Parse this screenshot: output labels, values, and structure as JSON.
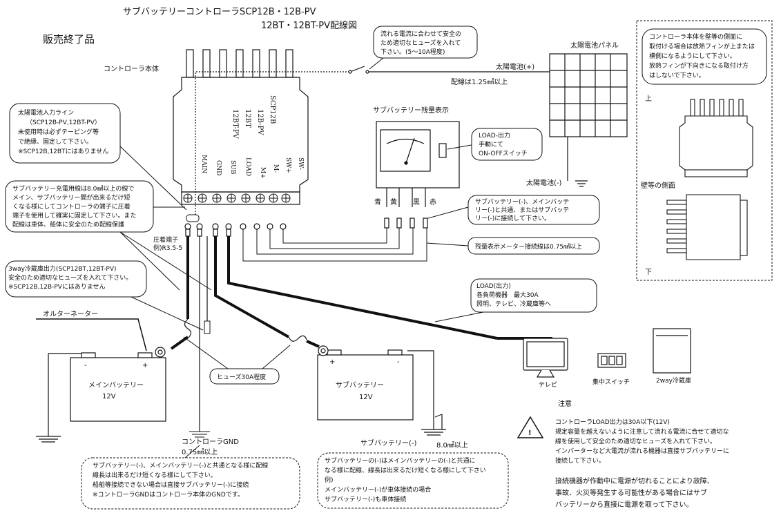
{
  "title": {
    "line1": "サブバッテリーコントローラSCP12B・12B-PV",
    "line2": "12BT・12BT-PV配線図",
    "discontinued": "販売終了品"
  },
  "controller": {
    "label": "コントローラ本体",
    "model_lines": [
      "SCP12B",
      "12B-PV",
      "12BT",
      "12BT-PV"
    ],
    "terminals": [
      "MAIN",
      "GND",
      "SUB",
      "LOAD",
      "M+",
      "M-",
      "SW+",
      "SW-"
    ]
  },
  "notes": {
    "solar_input": [
      "太陽電池入力ライン",
      "（SCP12B-PV,12BT-PV）",
      "未使用時は必ずテーピング等",
      "で絶縁、固定して下さい。",
      "※SCP12B,12BTにはありません"
    ],
    "charge_wire": [
      "サブバッテリー充電用線は8.0㎟以上の線で",
      "メイン、サブバッテリー間が出来るだけ短",
      "くなる様にしてコントローラの端子に圧着",
      "端子を使用して確実に固定して下さい。また",
      "配線は車体、船体に安全のため配線保護"
    ],
    "crimp": [
      "圧着端子",
      "例)R3.5-5"
    ],
    "fridge_out": [
      "3way冷蔵庫出力(SCP12BT,12BT-PV)",
      "安全のため適切なヒューズを入れて下さい。",
      "※SCP12B,12B-PVにはありません"
    ],
    "fuse_top": [
      "流れる電流に合わせて安全の",
      "ため適切なヒューズを入れて",
      "下さい。(5〜10A程度)"
    ],
    "wire_125": "配線は1.25㎟以上",
    "solar_plus": "太陽電池(+)",
    "solar_minus": "太陽電池(-)",
    "solar_panel": "太陽電池パネル",
    "meter_title": "サブバッテリー残量表示",
    "load_switch": [
      "LOAD-出力",
      "手動にて",
      "ON-OFFスイッチ"
    ],
    "meter_colors": [
      "青",
      "黄",
      "黒",
      "赤"
    ],
    "meter_common": [
      "サブバッテリー(-)、メインバッテ",
      "リー(-)と共通、またはサブバッテ",
      "リー(-)に接続して下さい。"
    ],
    "meter_wire": "残量表示メーター接続線は0.75㎟以上",
    "load_out": [
      "LOAD(出力)",
      "各負荷機器　最大30A",
      "照明、テレビ、冷蔵庫等へ"
    ],
    "mount": [
      "コントローラ本体を壁等の側面に",
      "取付ける場合は放熱フィンが上または",
      "横側になるようにして下さい。",
      "放熱フィンが下向きになる取付け方",
      "はしないで下さい。"
    ],
    "mount_top": "上",
    "mount_wall": "壁等の側面",
    "mount_bottom": "下",
    "alternator": "オルターネーター",
    "fuse30": "ヒューズ30A程度",
    "controller_gnd": "コントローラGND",
    "gnd_wire": "0.75㎟以上",
    "sub_minus": "サブバッテリー(-)",
    "sub_wire": "8.0㎟以上",
    "bottom_left": [
      "サブバッテリー(-)、メインバッテリー(-)と共通となる様に配線",
      "線長は出来るだけ短くなる様にして下さい。",
      "船舶等接続できない場合は直接サブバッテリー(-)に接続",
      "※コントローラGNDはコントローラ本体のGNDです。"
    ],
    "bottom_mid": [
      "サブバッテリーの(-)はメインバッテリーの(-)と共通に",
      "なる様に配線、線長は出来るだけ短くなる様にして下さい",
      "例)",
      "メインバッテリー(-)が車体接続の場合",
      "サブバッテリー(-)も車体接続"
    ],
    "caution_title": "注意",
    "caution_lines": [
      "コントローラLOAD出力は30A以下(12V)",
      "規定容量を越えないように注意して流れる電流に合せて適切な",
      "線を使用して安全のため適切なヒューズを入れて下さい。",
      "インバーターなど大電流が流れる機器は直接サブバッテリーに",
      "接続して下さい。"
    ],
    "caution_big": [
      "接続機器が作動中に電源が切れることにより故障、",
      "事故、火災等発生する可能性がある場合にはサブ",
      "バッテリーから直接に電源を取って下さい。"
    ]
  },
  "main_battery": {
    "label": "メインバッテリー",
    "voltage": "12V",
    "plus": "+",
    "minus": "-"
  },
  "sub_battery": {
    "label": "サブバッテリー",
    "voltage": "12V",
    "plus": "+",
    "minus": "-"
  },
  "devices": {
    "tv": "テレビ",
    "switch": "集中スイッチ",
    "fridge": "2way冷蔵庫"
  }
}
